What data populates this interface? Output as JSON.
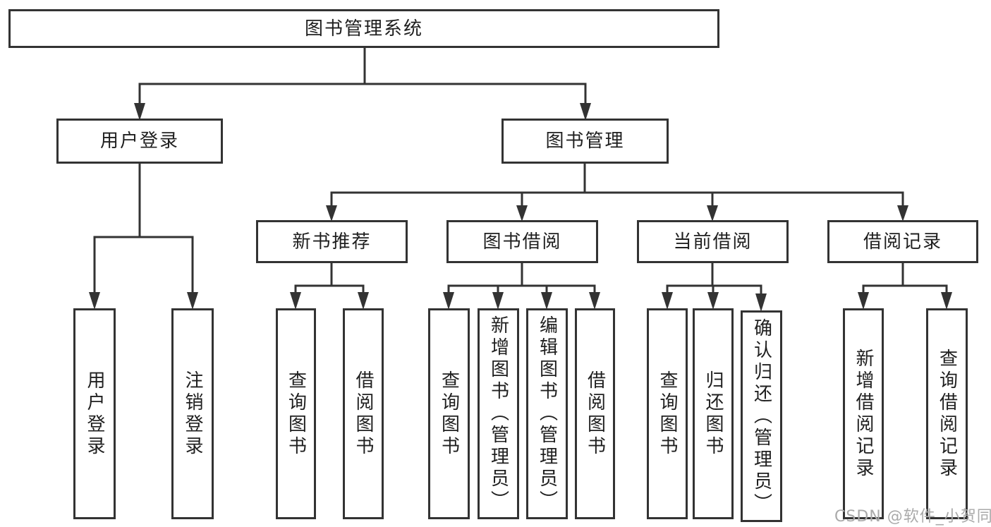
{
  "tree": {
    "label": "图书管理系统",
    "children": [
      {
        "label": "用户登录",
        "children": [
          {
            "label": "用户登录"
          },
          {
            "label": "注销登录"
          }
        ]
      },
      {
        "label": "图书管理",
        "children": [
          {
            "label": "新书推荐",
            "children": [
              {
                "label": "查询图书"
              },
              {
                "label": "借阅图书"
              }
            ]
          },
          {
            "label": "图书借阅",
            "children": [
              {
                "label": "查询图书"
              },
              {
                "label": "新增图书（管理员）"
              },
              {
                "label": "编辑图书（管理员）"
              },
              {
                "label": "借阅图书"
              }
            ]
          },
          {
            "label": "当前借阅",
            "children": [
              {
                "label": "查询图书"
              },
              {
                "label": "归还图书"
              },
              {
                "label": "确认归还（管理员）"
              }
            ]
          },
          {
            "label": "借阅记录",
            "children": [
              {
                "label": "新增借阅记录"
              },
              {
                "label": "查询借阅记录"
              }
            ]
          }
        ]
      }
    ]
  },
  "watermark": {
    "text": "CSDN @软件_小贺同学"
  },
  "colors": {
    "line": "#333333",
    "border": "#333333",
    "fill": "#ffffff",
    "text": "#1f1f1f",
    "watermark": "#aaaaaa",
    "background": "#ffffff"
  }
}
